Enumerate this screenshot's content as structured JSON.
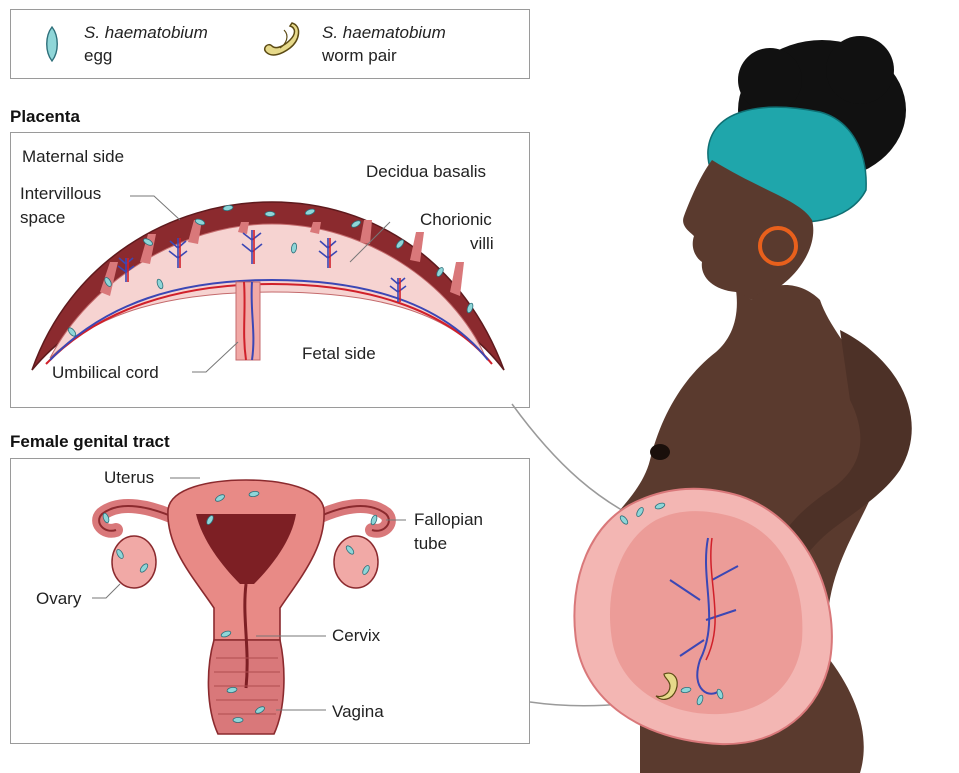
{
  "legend": {
    "egg_species": "S. haematobium",
    "egg_label": "egg",
    "worm_species": "S. haematobium",
    "worm_label": "worm pair"
  },
  "placenta": {
    "heading": "Placenta",
    "labels": {
      "maternal_side": "Maternal side",
      "decidua_basalis": "Decidua basalis",
      "intervillous_line1": "Intervillous",
      "intervillous_line2": "space",
      "chorionic_line1": "Chorionic",
      "chorionic_line2": "villi",
      "umbilical_cord": "Umbilical cord",
      "fetal_side": "Fetal side"
    }
  },
  "genital_tract": {
    "heading": "Female genital tract",
    "labels": {
      "uterus": "Uterus",
      "fallopian_line1": "Fallopian",
      "fallopian_line2": "tube",
      "ovary": "Ovary",
      "cervix": "Cervix",
      "vagina": "Vagina"
    }
  },
  "colors": {
    "egg_fill": "#8fd6d8",
    "egg_stroke": "#2d6f7a",
    "worm_fill": "#e6d98a",
    "tissue_dark": "#8b2a2e",
    "tissue_mid": "#d9787a",
    "tissue_light": "#f6d3d1",
    "vessel_red": "#d0202a",
    "vessel_blue": "#3b47b5",
    "skin": "#5a3a2e",
    "headwrap": "#1fa6ab",
    "hair": "#111111",
    "earring": "#e8601c",
    "border": "#9a9a9a"
  }
}
